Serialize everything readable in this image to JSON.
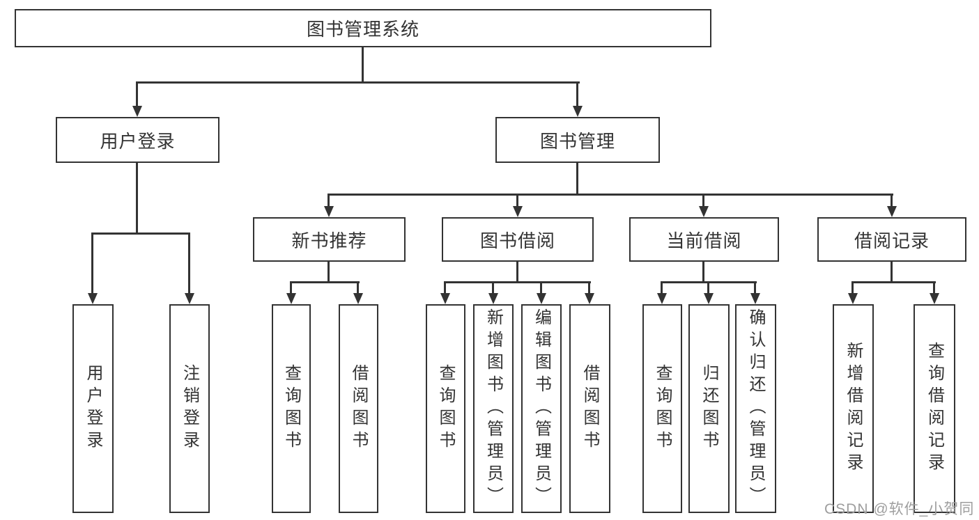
{
  "diagram": {
    "root": {
      "label": "图书管理系统"
    },
    "user_login": {
      "label": "用户登录",
      "children": [
        {
          "label": "用户登录"
        },
        {
          "label": "注销登录"
        }
      ]
    },
    "book_mgmt": {
      "label": "图书管理",
      "children": [
        {
          "label": "新书推荐",
          "children": [
            {
              "label": "查询图书"
            },
            {
              "label": "借阅图书"
            }
          ]
        },
        {
          "label": "图书借阅",
          "children": [
            {
              "label": "查询图书"
            },
            {
              "label": "新增图书（管理员）"
            },
            {
              "label": "编辑图书（管理员）"
            },
            {
              "label": "借阅图书"
            }
          ]
        },
        {
          "label": "当前借阅",
          "children": [
            {
              "label": "查询图书"
            },
            {
              "label": "归还图书"
            },
            {
              "label": "确认归还（管理员）"
            }
          ]
        },
        {
          "label": "借阅记录",
          "children": [
            {
              "label": "新增借阅记录"
            },
            {
              "label": "查询借阅记录"
            }
          ]
        }
      ]
    }
  },
  "watermark": {
    "text": "CSDN @软件_小贺同学"
  },
  "colors": {
    "line": "#333333",
    "text": "#333333",
    "watermark": "#9e9e9e",
    "background": "#ffffff"
  }
}
